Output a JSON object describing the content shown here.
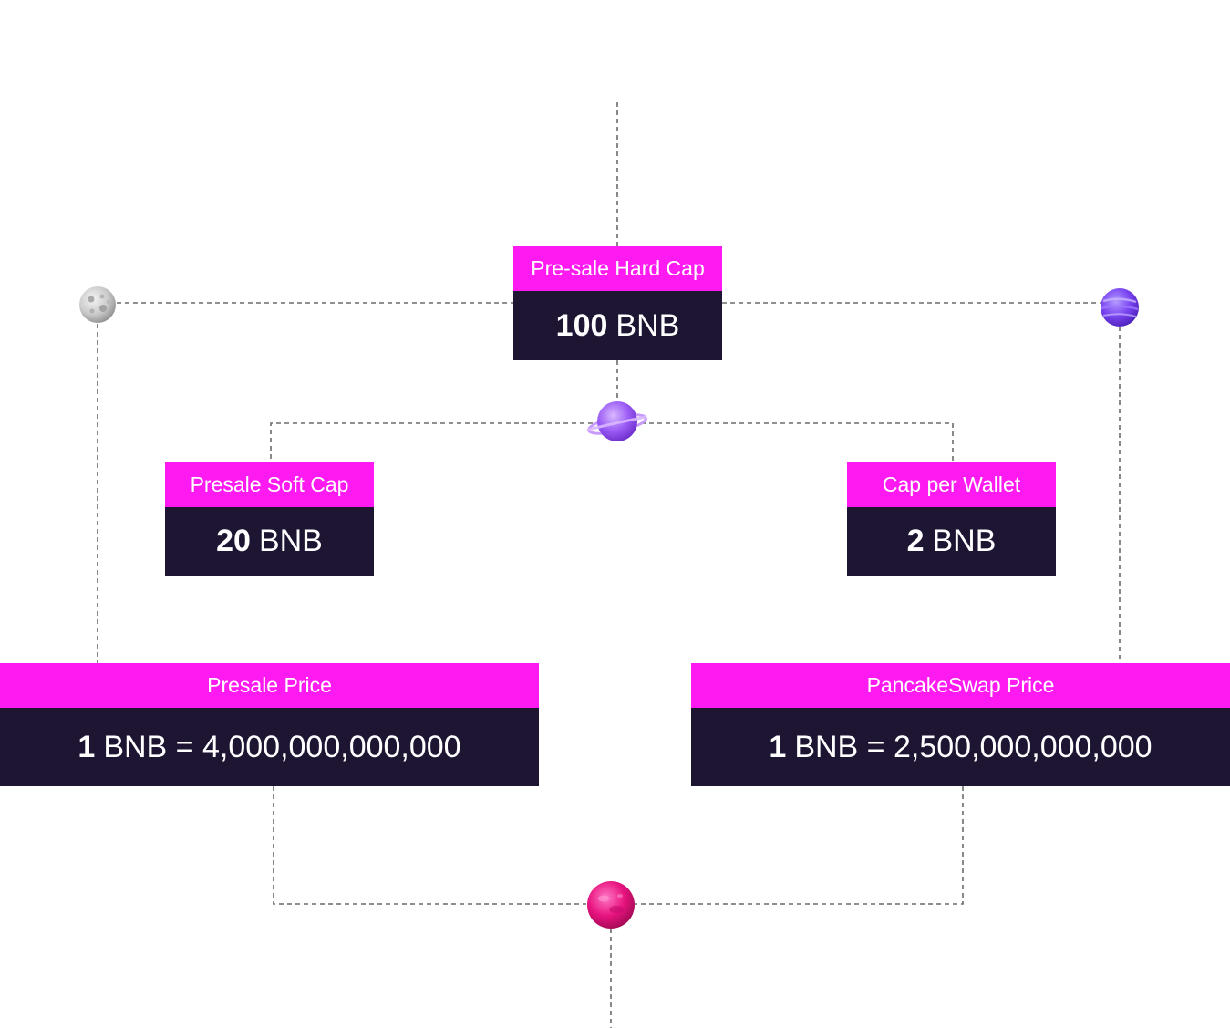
{
  "cards": {
    "hard_cap": {
      "label": "Pre-sale Hard Cap",
      "amount": "100",
      "unit": "BNB"
    },
    "soft_cap": {
      "label": "Presale Soft Cap",
      "amount": "20",
      "unit": "BNB"
    },
    "wallet_cap": {
      "label": "Cap per Wallet",
      "amount": "2",
      "unit": "BNB"
    },
    "presale_price": {
      "label": "Presale Price",
      "amount": "1",
      "unit": "BNB = 4,000,000,000,000"
    },
    "pancakeswap_price": {
      "label": "PancakeSwap Price",
      "amount": "1",
      "unit": "BNB = 2,500,000,000,000"
    }
  },
  "colors": {
    "label_bg": "#fe1af0",
    "value_bg": "#1e1533",
    "connector": "#6b6b6b"
  },
  "icons": [
    "moon-planet-icon",
    "purple-planet-icon",
    "ringed-planet-icon",
    "pink-planet-icon"
  ]
}
